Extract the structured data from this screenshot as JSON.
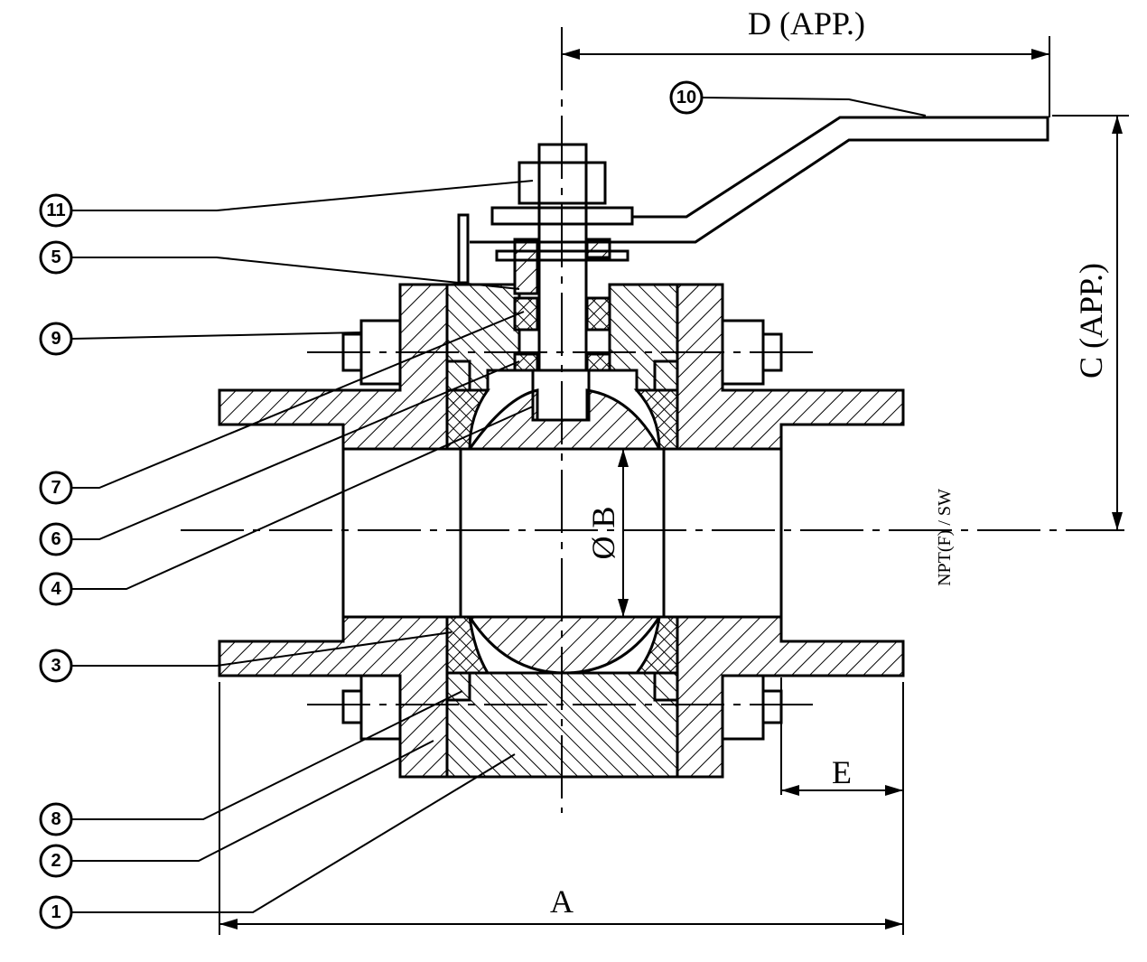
{
  "title": "Three-piece ball valve sectional drawing",
  "dimensions": {
    "a": "A",
    "b": "Ø B",
    "c": "C (APP.)",
    "d": "D (APP.)",
    "e": "E",
    "end_connection": "NPT(F) / SW"
  },
  "callouts": [
    "1",
    "2",
    "3",
    "4",
    "5",
    "6",
    "7",
    "8",
    "9",
    "10",
    "11"
  ]
}
